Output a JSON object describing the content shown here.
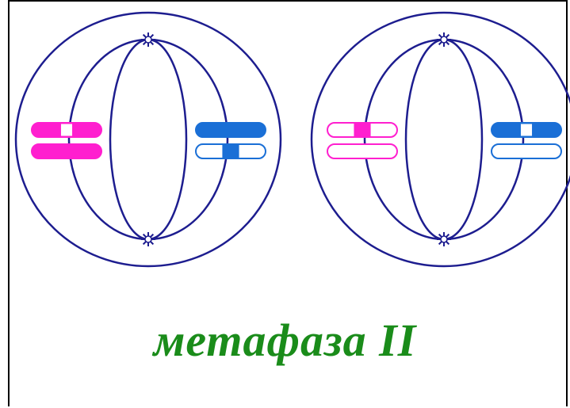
{
  "caption": {
    "text": "метафаза II",
    "color": "#1a8c1a"
  },
  "colors": {
    "spindle": "#1d1d8f",
    "chromosome_magenta": "#ff1fcf",
    "chromosome_blue": "#1a6fd6",
    "centriole": "#1d1d8f",
    "frame": "#000000"
  },
  "cells": [
    {
      "name": "cell-left",
      "left_chromosome": {
        "color": "magenta",
        "top_style": "filled-with-white-band",
        "bottom_style": "filled"
      },
      "right_chromosome": {
        "color": "blue",
        "top_style": "filled",
        "bottom_style": "outline-with-filled-band"
      }
    },
    {
      "name": "cell-right",
      "left_chromosome": {
        "color": "magenta",
        "top_style": "outline-with-filled-band",
        "bottom_style": "outline"
      },
      "right_chromosome": {
        "color": "blue",
        "top_style": "filled-with-white-band",
        "bottom_style": "outline"
      }
    }
  ]
}
